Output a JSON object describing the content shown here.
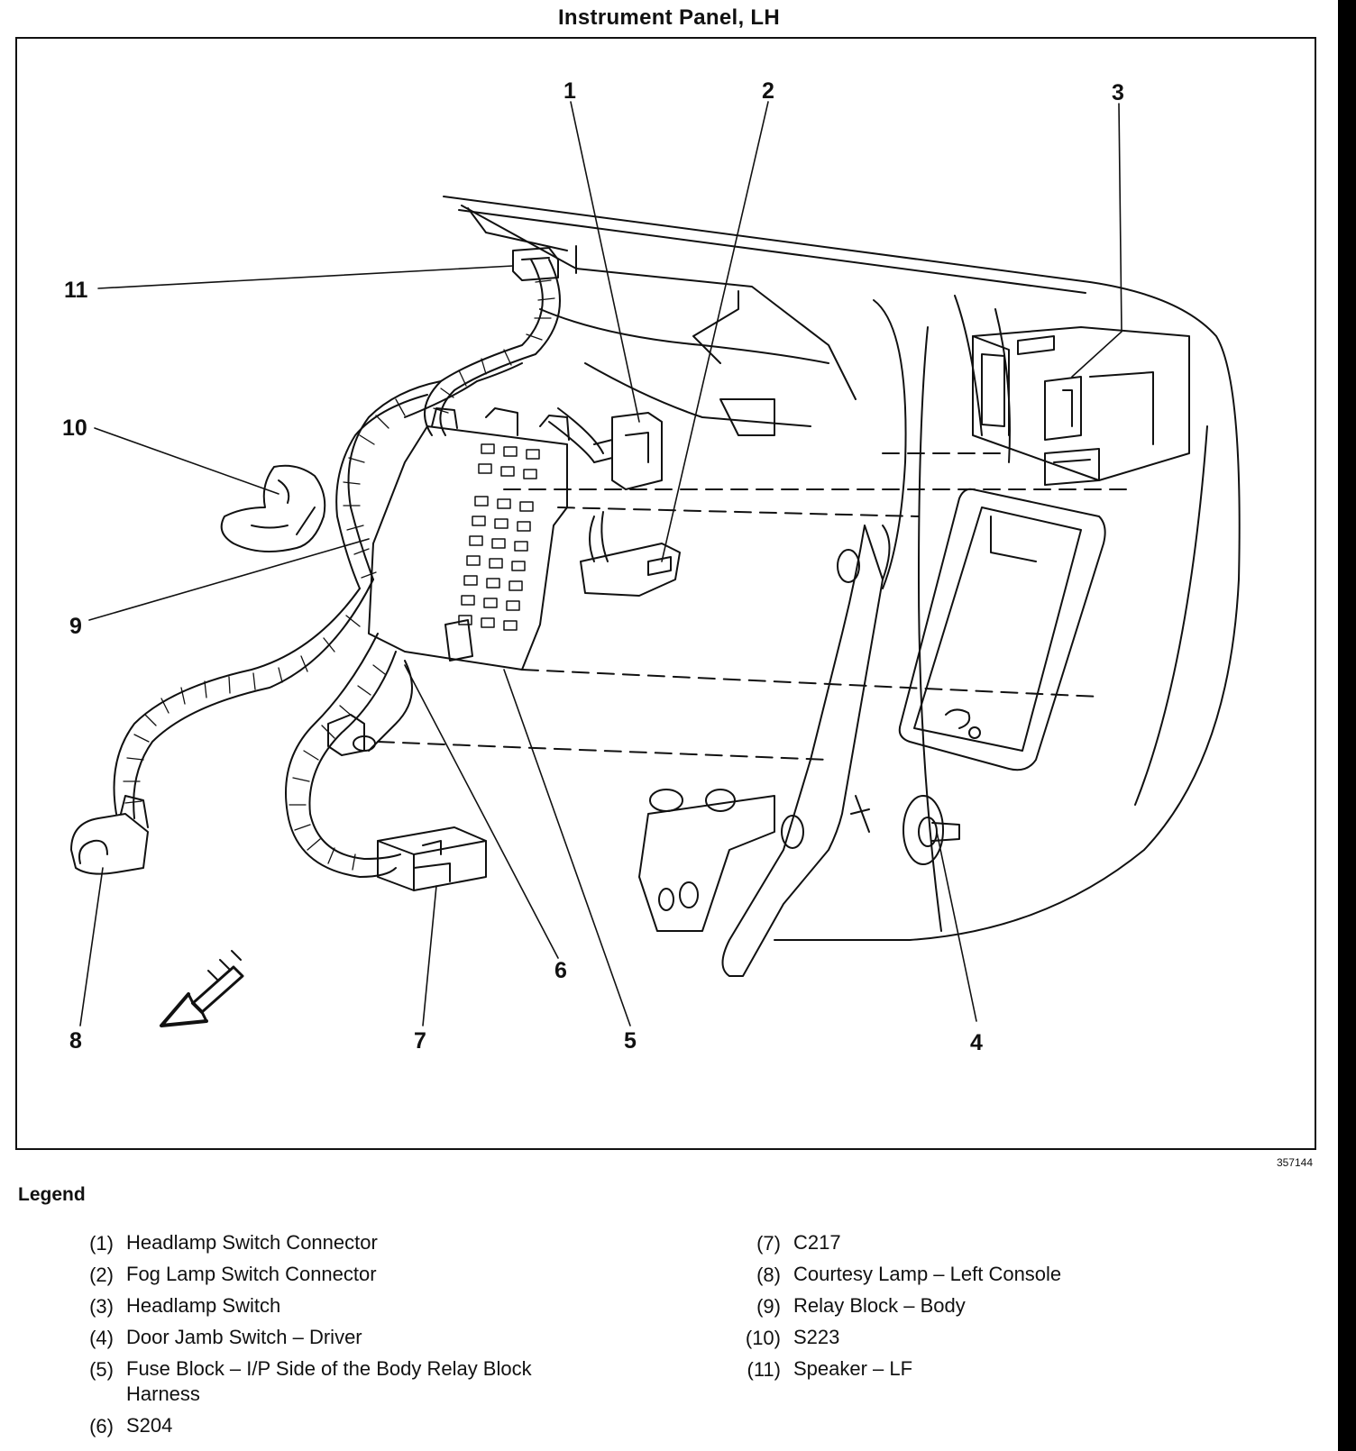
{
  "title": "Instrument Panel, LH",
  "figure_number": "357144",
  "legend": {
    "heading": "Legend",
    "left": [
      {
        "num": "(1)",
        "text": "Headlamp Switch Connector"
      },
      {
        "num": "(2)",
        "text": "Fog Lamp Switch Connector"
      },
      {
        "num": "(3)",
        "text": "Headlamp Switch"
      },
      {
        "num": "(4)",
        "text": "Door Jamb Switch – Driver"
      },
      {
        "num": "(5)",
        "text": "Fuse Block – I/P Side of the Body Relay Block Harness"
      },
      {
        "num": "(6)",
        "text": "S204"
      }
    ],
    "right": [
      {
        "num": "(7)",
        "text": "C217"
      },
      {
        "num": "(8)",
        "text": "Courtesy Lamp – Left Console"
      },
      {
        "num": "(9)",
        "text": "Relay Block – Body"
      },
      {
        "num": "(10)",
        "text": "S223"
      },
      {
        "num": "(11)",
        "text": "Speaker – LF"
      }
    ]
  },
  "callouts": [
    "1",
    "2",
    "3",
    "4",
    "5",
    "6",
    "7",
    "8",
    "9",
    "10",
    "11"
  ],
  "colors": {
    "line": "#111111",
    "background": "#ffffff"
  }
}
